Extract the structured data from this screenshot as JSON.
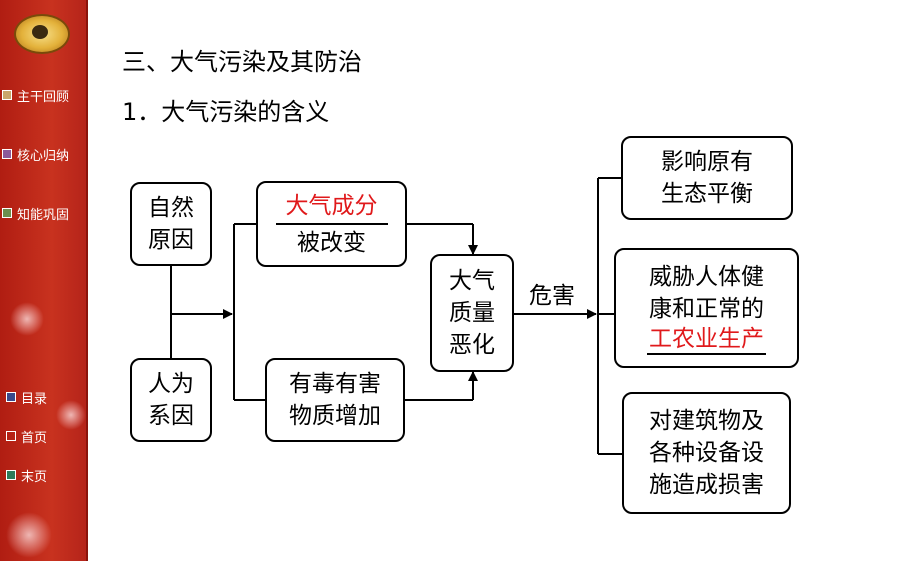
{
  "sidebar": {
    "nav": [
      {
        "label": "主干回顾",
        "icon": "tan-square-icon"
      },
      {
        "label": "核心归纳",
        "icon": "purple-square-icon"
      },
      {
        "label": "知能巩固",
        "icon": "green-square-icon"
      }
    ],
    "bottom_nav": [
      {
        "label": "目录",
        "icon": "blue-square-icon"
      },
      {
        "label": "首页",
        "icon": "hollow-square-icon"
      },
      {
        "label": "末页",
        "icon": "teal-square-icon"
      }
    ]
  },
  "main": {
    "section_title": "三、大气污染及其防治",
    "subtitle": "1．大气污染的含义"
  },
  "diagram": {
    "natural_cause": {
      "line1": "自然",
      "line2": "原因"
    },
    "human_cause": {
      "line1": "人为",
      "line2": "系因"
    },
    "composition": {
      "top": "大气成分",
      "bottom": "被改变"
    },
    "toxic": {
      "line1": "有毒有害",
      "line2": "物质增加"
    },
    "quality": {
      "line1": "大气",
      "line2": "质量",
      "line3": "恶化"
    },
    "harm_label": "危害",
    "effect1": {
      "line1": "影响原有",
      "line2": "生态平衡"
    },
    "effect2": {
      "line1": "威胁人体健",
      "line2": "康和正常的",
      "line3": "工农业生产"
    },
    "effect3": {
      "line1": "对建筑物及",
      "line2": "各种设备设",
      "line3": "施造成损害"
    }
  }
}
